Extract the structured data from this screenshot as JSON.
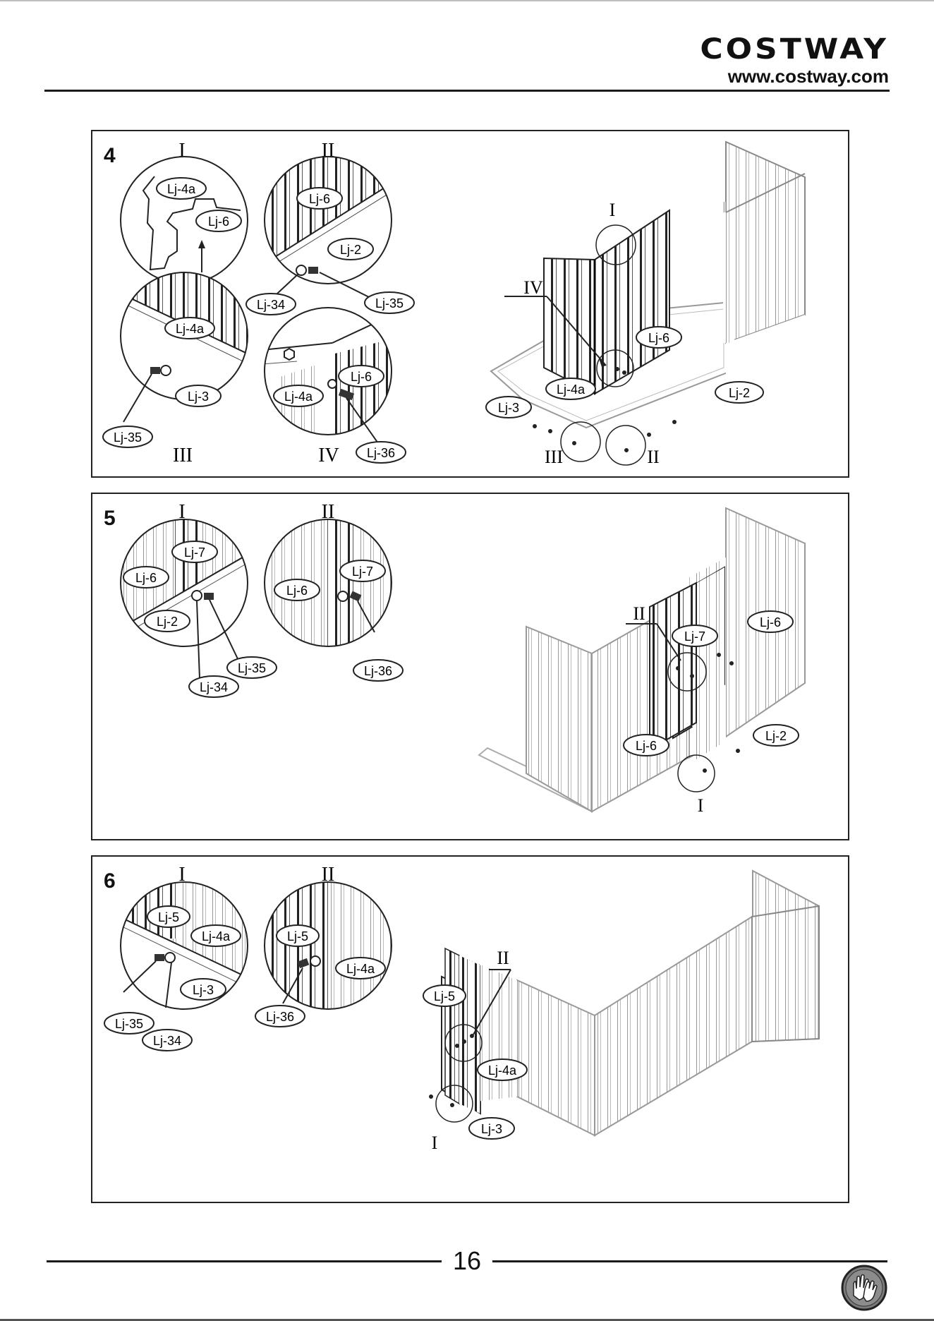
{
  "header": {
    "brand": "COSTWAY",
    "url": "www.costway.com"
  },
  "steps": [
    {
      "number": "4",
      "details": [
        {
          "roman": "I",
          "labels": [
            "Lj-4a",
            "Lj-6"
          ]
        },
        {
          "roman": "II",
          "labels": [
            "Lj-6",
            "Lj-2",
            "Lj-34",
            "Lj-35"
          ]
        },
        {
          "roman": "III",
          "labels": [
            "Lj-4a",
            "Lj-3",
            "Lj-35"
          ]
        },
        {
          "roman": "IV",
          "labels": [
            "Lj-6",
            "Lj-4a",
            "Lj-36"
          ]
        }
      ],
      "scene": {
        "callouts": [
          "I",
          "IV",
          "III",
          "II"
        ],
        "labels": [
          "Lj-6",
          "Lj-4a",
          "Lj-3",
          "Lj-2"
        ]
      }
    },
    {
      "number": "5",
      "details": [
        {
          "roman": "I",
          "labels": [
            "Lj-7",
            "Lj-6",
            "Lj-2",
            "Lj-35",
            "Lj-34"
          ]
        },
        {
          "roman": "II",
          "labels": [
            "Lj-7",
            "Lj-6",
            "Lj-36"
          ]
        }
      ],
      "scene": {
        "callouts": [
          "II",
          "I"
        ],
        "labels": [
          "Lj-7",
          "Lj-6",
          "Lj-6",
          "Lj-2"
        ]
      }
    },
    {
      "number": "6",
      "details": [
        {
          "roman": "I",
          "labels": [
            "Lj-5",
            "Lj-4a",
            "Lj-3",
            "Lj-35",
            "Lj-34"
          ]
        },
        {
          "roman": "II",
          "labels": [
            "Lj-5",
            "Lj-4a",
            "Lj-36"
          ]
        }
      ],
      "scene": {
        "callouts": [
          "II",
          "I"
        ],
        "labels": [
          "Lj-5",
          "Lj-4a",
          "Lj-3"
        ]
      }
    }
  ],
  "footer": {
    "page_number": "16",
    "icon": "safety-gloves-icon"
  }
}
